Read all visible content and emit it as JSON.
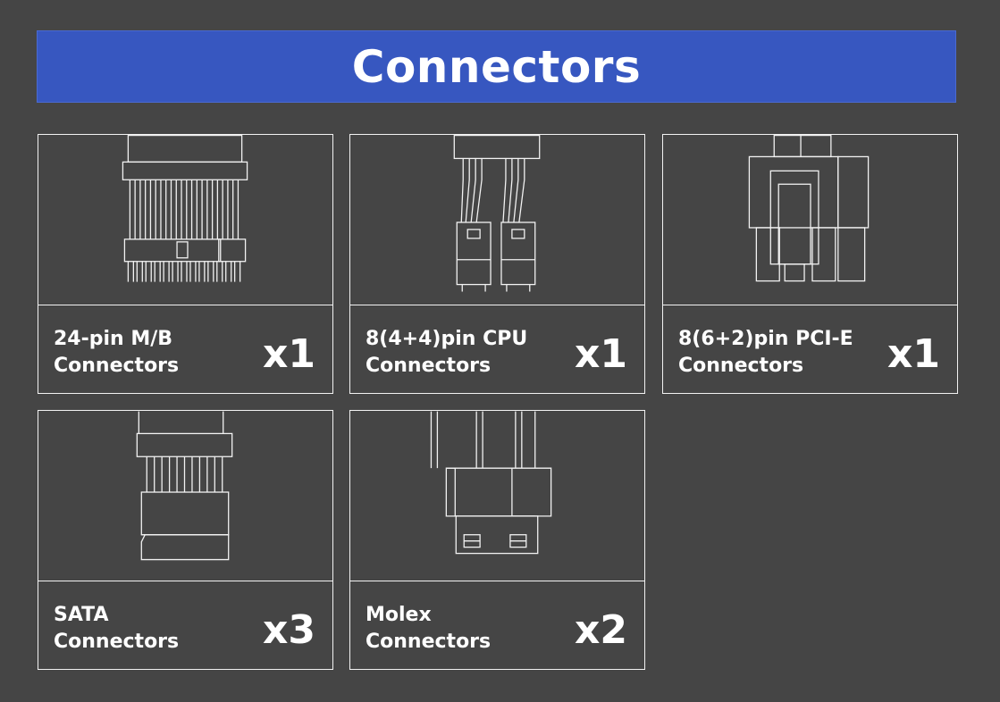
{
  "title": "Connectors",
  "cards": [
    {
      "line1": "24-pin M/B",
      "line2": "Connectors",
      "qty": "x1",
      "icon": "24-pin-connector-icon"
    },
    {
      "line1": "8(4+4)pin CPU",
      "line2": "Connectors",
      "qty": "x1",
      "icon": "cpu-connector-icon"
    },
    {
      "line1": "8(6+2)pin PCI-E",
      "line2": "Connectors",
      "qty": "x1",
      "icon": "pcie-connector-icon"
    },
    {
      "line1": "SATA",
      "line2": "Connectors",
      "qty": "x3",
      "icon": "sata-connector-icon"
    },
    {
      "line1": "Molex",
      "line2": "Connectors",
      "qty": "x2",
      "icon": "molex-connector-icon"
    }
  ],
  "colors": {
    "background": "#454545",
    "banner": "#3757c0",
    "line": "#f2f2f2"
  }
}
